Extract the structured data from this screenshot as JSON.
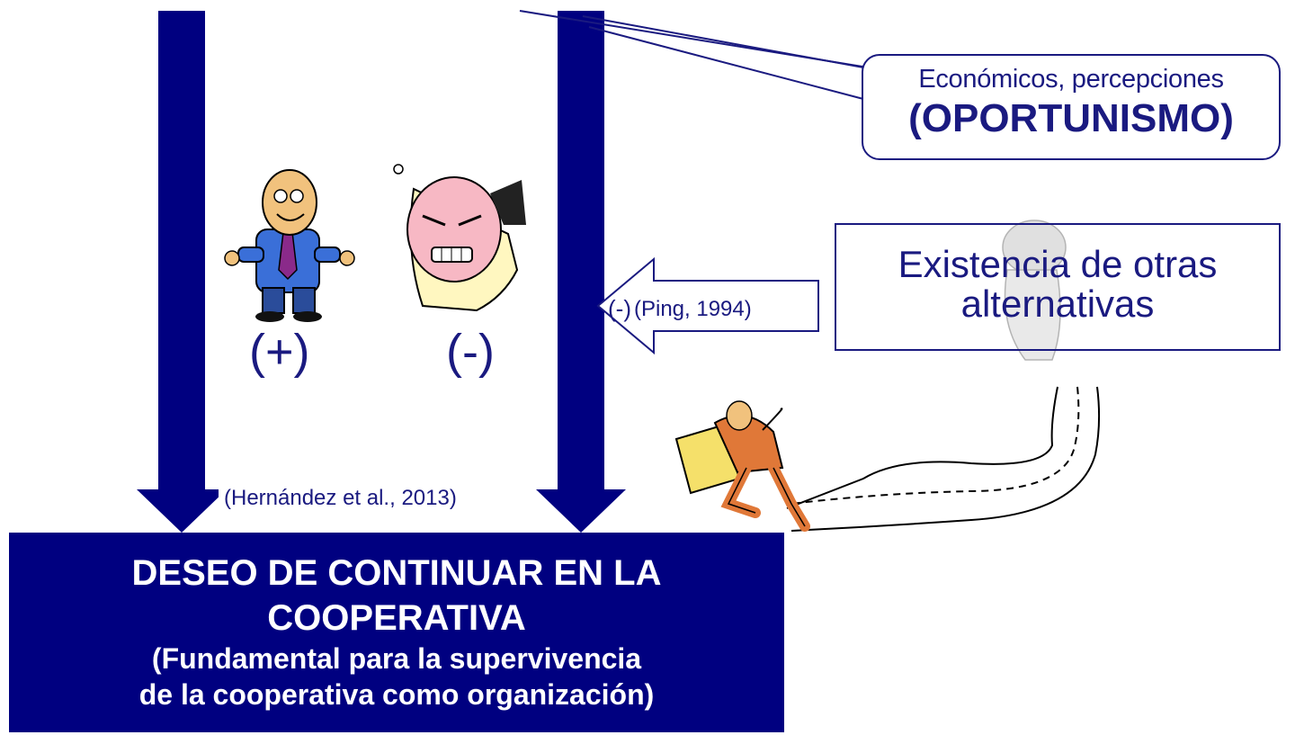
{
  "callout": {
    "line1": "Económicos, percepciones",
    "line2": "(OPORTUNISMO)"
  },
  "labels": {
    "positive": "(+)",
    "negative": "(-)",
    "citation_hernandez": "(Hernández et al., 2013)",
    "arrow_sign": "(-)",
    "citation_ping": "(Ping, 1994)"
  },
  "alternatives": {
    "line1": "Existencia de  otras",
    "line2": "alternativas"
  },
  "outcome": {
    "title_line1": "DESEO DE CONTINUAR EN LA",
    "title_line2": "COOPERATIVA",
    "subtitle_line1": "(Fundamental para la supervivencia",
    "subtitle_line2": "de la cooperativa como organización)"
  },
  "colors": {
    "navy": "#000080",
    "text_blue": "#1a1a80"
  },
  "icons": [
    "happy-man-icon",
    "angry-man-icon",
    "running-man-icon",
    "ghost-figure-icon"
  ]
}
